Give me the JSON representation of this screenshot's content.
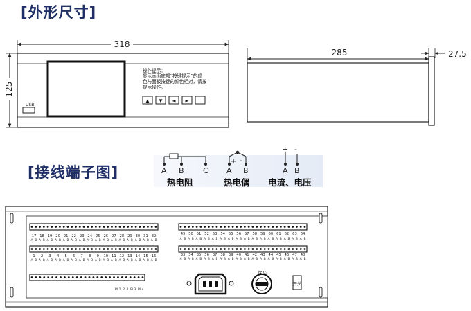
{
  "titles": {
    "dimensions": "[外形尺寸]",
    "wiring": "[接线端子图]"
  },
  "front_view": {
    "width_dim": "318",
    "height_dim": "125",
    "usb_label": "USB",
    "hint_lines": [
      "操作提示：",
      "显示画面底部“按键提示”的颜",
      "色与面板按键的颜色相对，请按",
      "提示操作。"
    ],
    "keys": [
      "▲",
      "▼",
      "◄",
      "►",
      ""
    ]
  },
  "side_view": {
    "depth_dim": "285",
    "bezel_dim": "27.5"
  },
  "legend": {
    "rtd": {
      "terminals": [
        "A",
        "B",
        "C"
      ],
      "caption": "热电阻"
    },
    "tc": {
      "terminals": [
        "A",
        "B"
      ],
      "signs": [
        "+",
        "-"
      ],
      "caption": "热电偶"
    },
    "iv": {
      "terminals": [
        "A",
        "B"
      ],
      "signs": [
        "+",
        "-"
      ],
      "caption": "电流、电压"
    }
  },
  "rear_panel": {
    "left_upper_numbers": [
      "17",
      "18",
      "19",
      "20",
      "21",
      "22",
      "23",
      "24",
      "25",
      "26",
      "27",
      "28",
      "29",
      "30",
      "31",
      "32"
    ],
    "left_lower_numbers": [
      "1",
      "2",
      "3",
      "4",
      "5",
      "6",
      "7",
      "8",
      "9",
      "10",
      "11",
      "12",
      "13",
      "14",
      "15",
      "16"
    ],
    "right_upper_numbers": [
      "49",
      "50",
      "51",
      "52",
      "53",
      "54",
      "55",
      "56",
      "57",
      "58",
      "59",
      "60",
      "61",
      "62",
      "63",
      "64"
    ],
    "right_lower_numbers": [
      "33",
      "34",
      "35",
      "36",
      "37",
      "38",
      "39",
      "40",
      "41",
      "42",
      "43",
      "44",
      "45",
      "46",
      "47",
      "48"
    ],
    "ab_row": "ABABABABABABABABABABABABABABABAB",
    "relay_labels": [
      "RL1",
      "RL2",
      "RL3",
      "RL4"
    ],
    "fuse_label": "保险",
    "switch_label": "开关"
  }
}
